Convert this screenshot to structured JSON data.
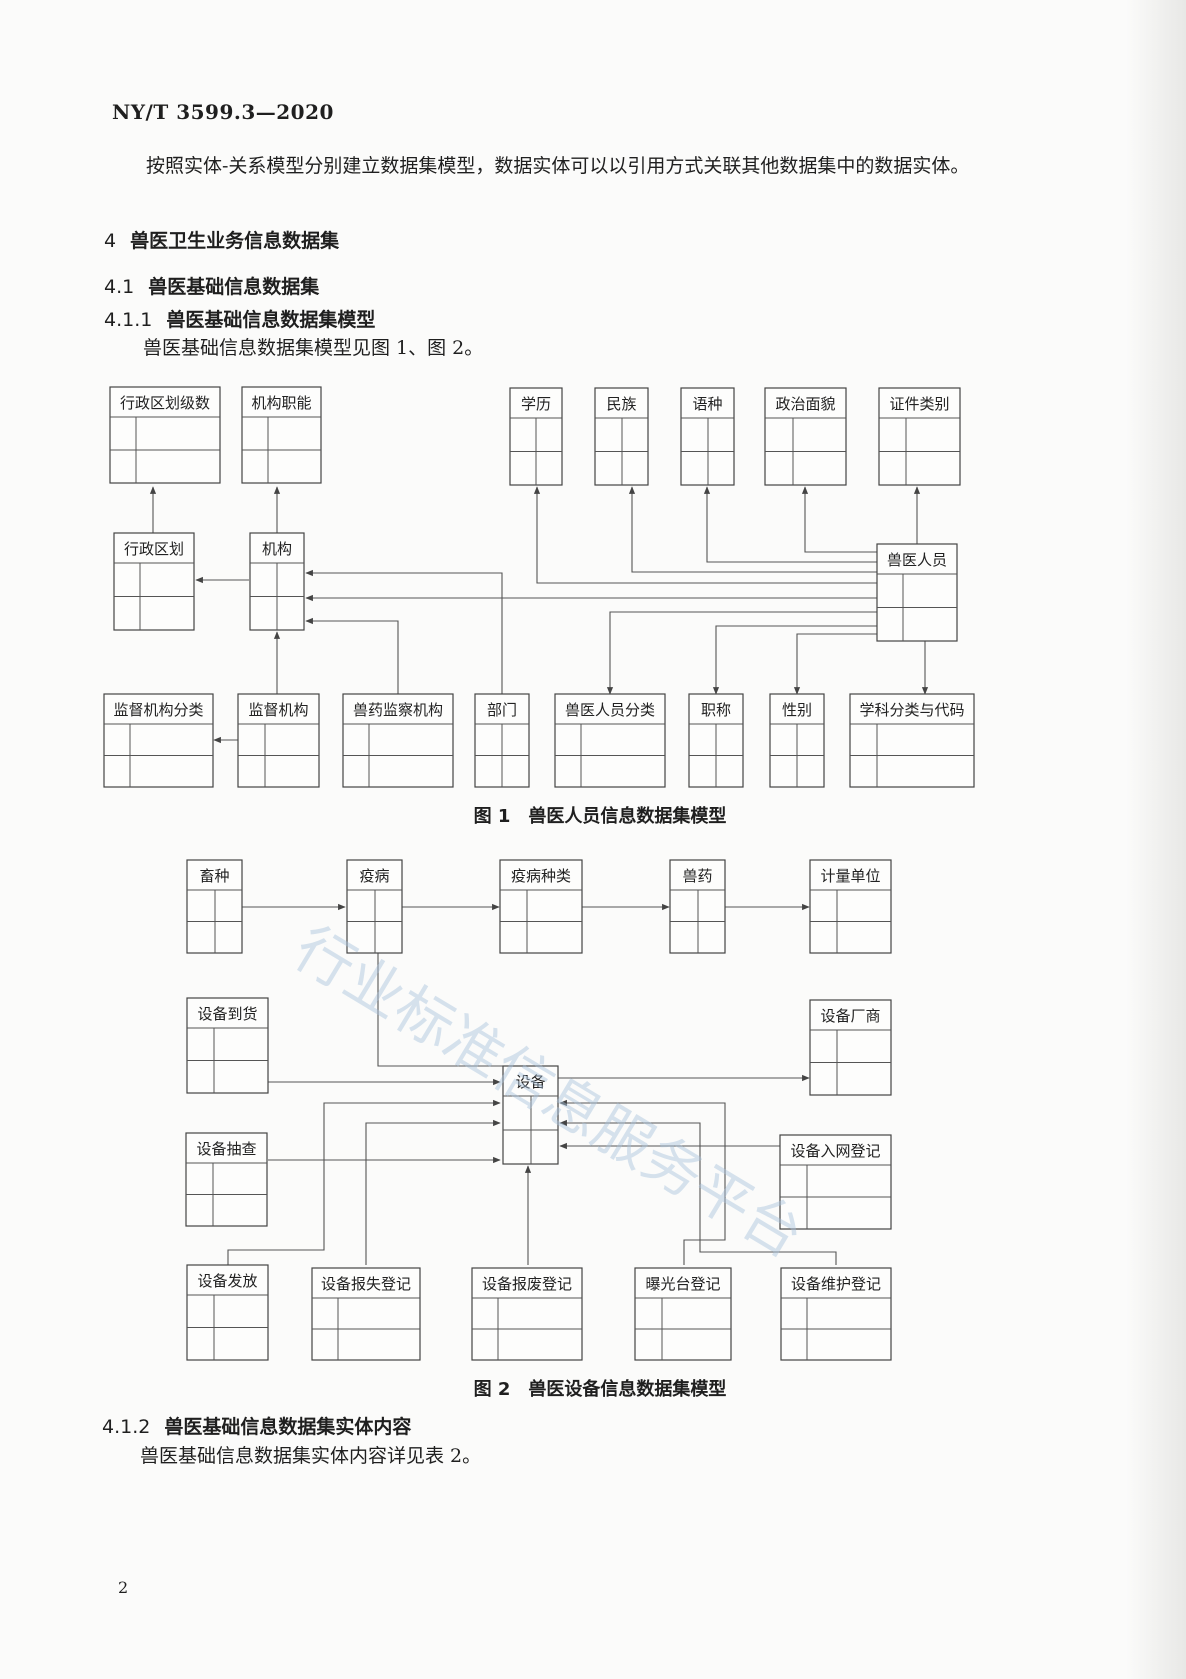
{
  "header": {
    "standard_code": "NY/T 3599.3—2020"
  },
  "intro": {
    "paragraph": "按照实体-关系模型分别建立数据集模型，数据实体可以以引用方式关联其他数据集中的数据实体。"
  },
  "section_4": {
    "number": "4",
    "title": "兽医卫生业务信息数据集"
  },
  "section_4_1": {
    "number": "4.1",
    "title": "兽医基础信息数据集"
  },
  "section_4_1_1": {
    "number": "4.1.1",
    "title": "兽医基础信息数据集模型",
    "text": "兽医基础信息数据集模型见图 1、图 2。"
  },
  "figure1": {
    "caption": "图 1　兽医人员信息数据集模型",
    "entities": {
      "xzqhjs": "行政区划级数",
      "jgzn": "机构职能",
      "xl": "学历",
      "mz": "民族",
      "yz": "语种",
      "zzmm": "政治面貌",
      "zjlb": "证件类别",
      "xzqh": "行政区划",
      "jg": "机构",
      "syry": "兽医人员",
      "jdjgfl": "监督机构分类",
      "jdjg": "监督机构",
      "syjcjg": "兽药监察机构",
      "bm": "部门",
      "syryfl": "兽医人员分类",
      "zc": "职称",
      "xb": "性别",
      "xkfl": "学科分类与代码"
    }
  },
  "figure2": {
    "caption": "图 2　兽医设备信息数据集模型",
    "entities": {
      "xz": "畜种",
      "yb": "疫病",
      "ybzl": "疫病种类",
      "sy": "兽药",
      "jldw": "计量单位",
      "sbdh": "设备到货",
      "sbcs": "设备厂商",
      "sb": "设备",
      "sbcc": "设备抽查",
      "sbrwdj": "设备入网登记",
      "sbff": "设备发放",
      "sbbsdj": "设备报失登记",
      "sbbfdj": "设备报废登记",
      "bgtdj": "曝光台登记",
      "sbwhdj": "设备维护登记"
    },
    "watermark": "行业标准信息服务平台"
  },
  "section_4_1_2": {
    "number": "4.1.2",
    "title": "兽医基础信息数据集实体内容",
    "text": "兽医基础信息数据集实体内容详见表 2。"
  },
  "page": {
    "number": "2"
  }
}
